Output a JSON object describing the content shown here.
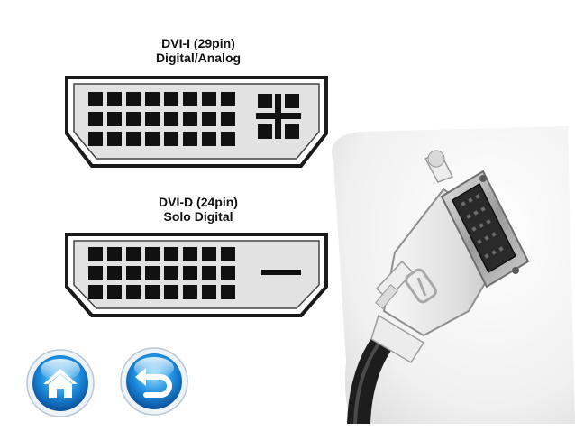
{
  "dvi_i": {
    "title": "DVI-I (29pin)",
    "subtitle": "Digital/Analog",
    "digital_rows": 3,
    "digital_cols": 8,
    "analog_pins": 4
  },
  "dvi_d": {
    "title": "DVI-D (24pin)",
    "subtitle": "Solo Digital",
    "digital_rows": 3,
    "digital_cols": 8
  },
  "nav": {
    "home_icon": "home-icon",
    "back_icon": "back-arrow-icon"
  },
  "colors": {
    "pin": "#111111",
    "connector_fill": "#e2e2e2",
    "outline": "#1a1a1a",
    "button_blue": "#1d8fe0"
  }
}
